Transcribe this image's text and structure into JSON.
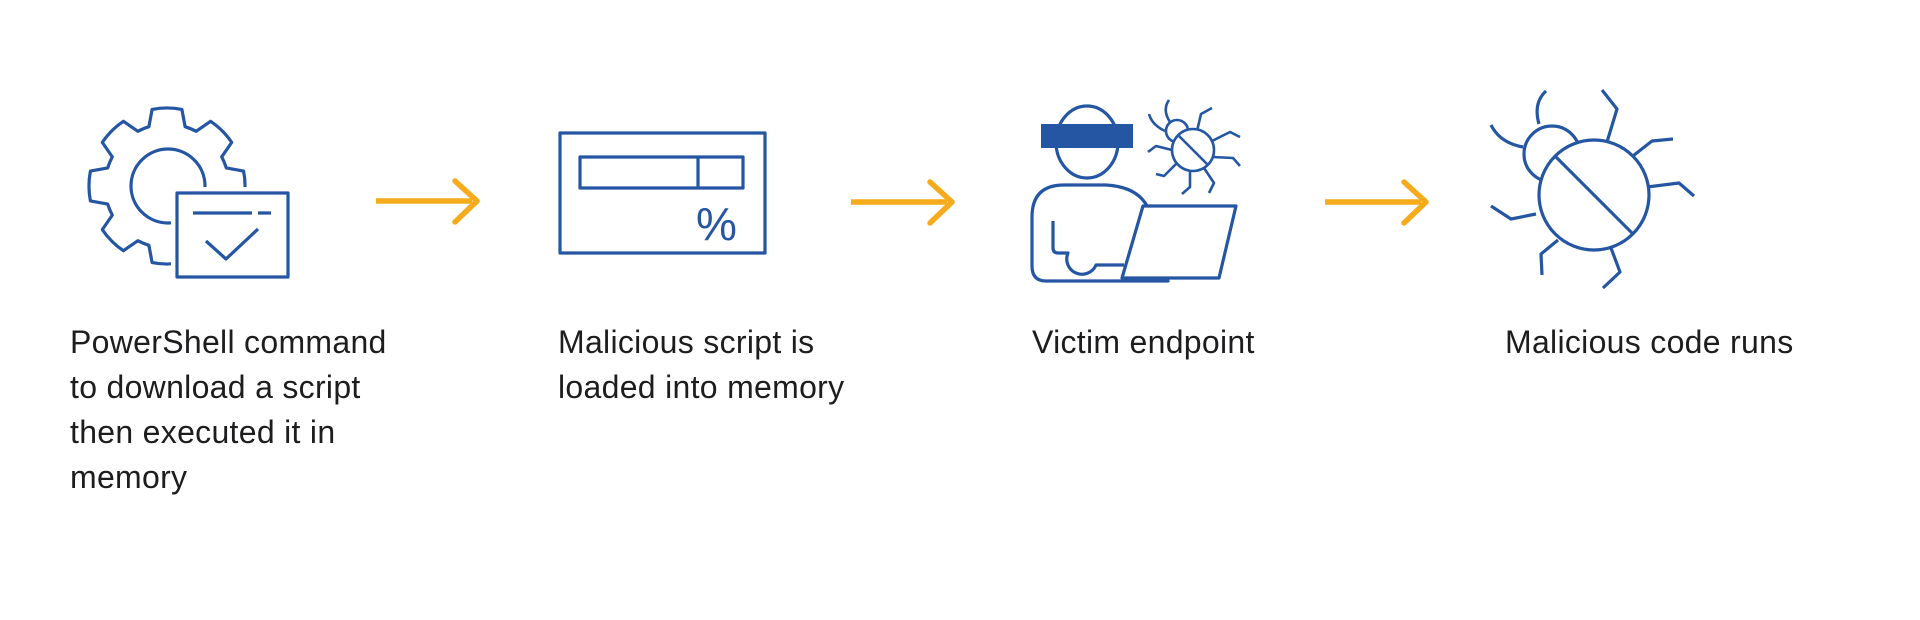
{
  "diagram": {
    "background_color": "#FFFFFF",
    "icon_color": "#2456A4",
    "arrow_color": "#F6AB1C",
    "text_color": "#1D1D1F",
    "steps": [
      {
        "icon": "gear-script-window-check-icon",
        "lines": [
          "PowerShell command",
          "to download a script",
          "then executed it in",
          "memory"
        ]
      },
      {
        "icon": "memory-progress-percent-icon",
        "percent_symbol": "%",
        "lines": [
          "Malicious script is",
          "loaded into memory"
        ]
      },
      {
        "icon": "victim-user-laptop-bug-icon",
        "lines": [
          "Victim endpoint"
        ]
      },
      {
        "icon": "blocked-bug-icon",
        "lines": [
          "Malicious code runs"
        ]
      }
    ]
  }
}
